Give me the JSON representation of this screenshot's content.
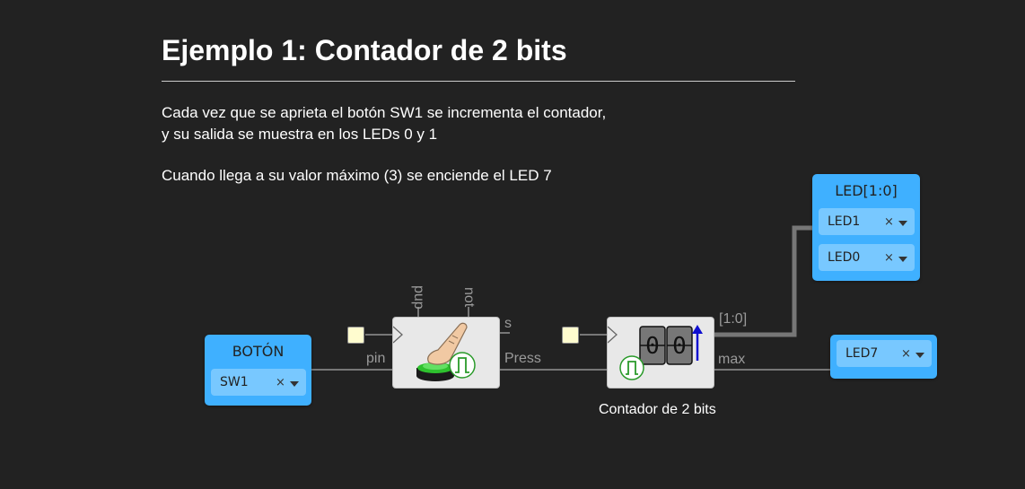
{
  "page": {
    "title": "Ejemplo 1: Contador de 2 bits",
    "description_line1": "Cada vez que se aprieta el botón SW1 se incrementa el contador,",
    "description_line2": "y su salida se muestra en los LEDs 0 y 1",
    "description_line3": "Cuando llega a su valor máximo (3) se enciende el LED 7"
  },
  "input_block": {
    "title": "BOTÓN",
    "pin_value": "SW1",
    "clear_icon": "×"
  },
  "button_module": {
    "icon": "finger-press-button-icon",
    "input_port": "pin",
    "output_ports": [
      "s",
      "Press"
    ],
    "top_ports": [
      "pup",
      "not"
    ]
  },
  "counter_module": {
    "icon": "counter-digits-icon",
    "digits": [
      "0",
      "0"
    ],
    "caption": "Contador de 2 bits",
    "output_ports": [
      "[1:0]",
      "max"
    ]
  },
  "output_led_bus": {
    "title": "LED[1:0]",
    "pins": [
      "LED1",
      "LED0"
    ],
    "clear_icon": "×"
  },
  "output_led7": {
    "pin_value": "LED7",
    "clear_icon": "×"
  },
  "colors": {
    "background": "#222222",
    "block_blue": "#3fb0ff",
    "select_blue": "#78c8ff",
    "module_bg": "#e8e8e8",
    "wire": "#777777",
    "param_box": "#fffccf"
  }
}
